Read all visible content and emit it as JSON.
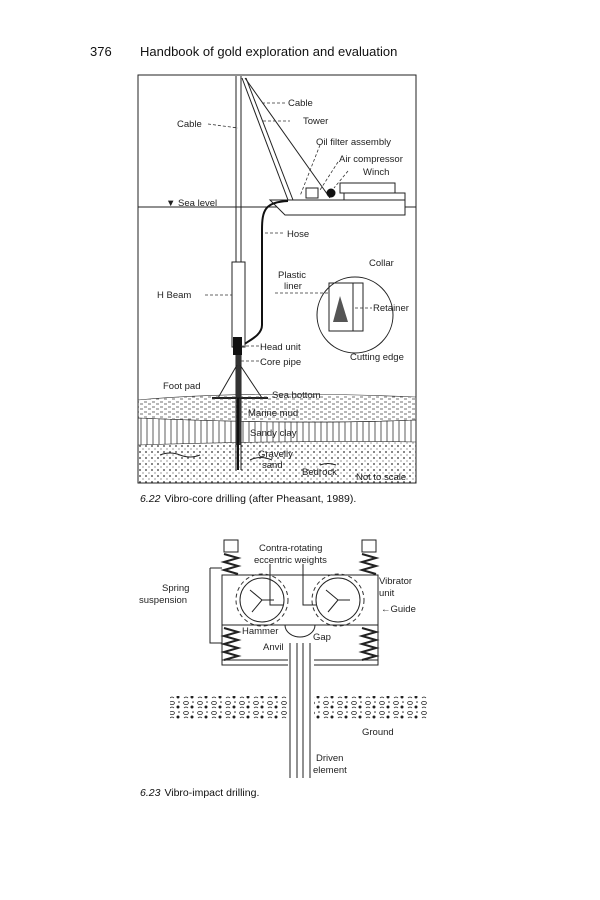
{
  "header": {
    "page_number": "376",
    "book_title": "Handbook of gold exploration and evaluation"
  },
  "figure_622": {
    "number": "6.22",
    "caption": "Vibro-core drilling (after Pheasant, 1989).",
    "labels": {
      "cable_top": "Cable",
      "cable_left": "Cable",
      "tower": "Tower",
      "oil_filter": "Oil filter assembly",
      "air_compressor": "Air compressor",
      "winch": "Winch",
      "sea_level": "Sea level",
      "hose": "Hose",
      "collar": "Collar",
      "plastic": "Plastic",
      "liner": "liner",
      "h_beam": "H Beam",
      "retainer": "Retainer",
      "head_unit": "Head unit",
      "core_pipe": "Core pipe",
      "cutting_edge": "Cutting edge",
      "foot_pad": "Foot pad",
      "sea_bottom": "Sea bottom",
      "marine_mud": "Marine mud",
      "sandy_clay": "Sandy clay",
      "gravelly": "Gravelly",
      "sand": "sand",
      "bedrock": "Bedrock",
      "not_to_scale": "Not to scale"
    }
  },
  "figure_623": {
    "number": "6.23",
    "caption": "Vibro-impact drilling.",
    "labels": {
      "contra": "Contra-rotating",
      "eccentric": "eccentric weights",
      "spring": "Spring",
      "suspension": "suspension",
      "vibrator": "Vibrator",
      "unit": "unit",
      "guide": "Guide",
      "hammer": "Hammer",
      "gap": "Gap",
      "anvil": "Anvil",
      "ground": "Ground",
      "driven": "Driven",
      "element": "element"
    }
  }
}
